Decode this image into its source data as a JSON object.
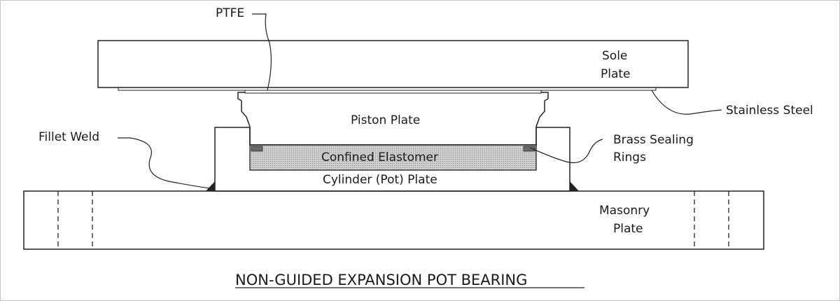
{
  "diagram": {
    "title": "NON-GUIDED EXPANSION POT BEARING",
    "labels": {
      "ptfe": "PTFE",
      "sole_plate_line1": "Sole",
      "sole_plate_line2": "Plate",
      "stainless_steel": "Stainless Steel",
      "piston_plate": "Piston Plate",
      "fillet_weld": "Fillet Weld",
      "brass_rings_line1": "Brass Sealing",
      "brass_rings_line2": "Rings",
      "confined_elastomer": "Confined Elastomer",
      "cylinder_plate": "Cylinder (Pot) Plate",
      "masonry_plate_line1": "Masonry",
      "masonry_plate_line2": "Plate"
    },
    "colors": {
      "line": "#222222",
      "hatch": "#8a8a8a",
      "elastomer": "#b8b8b8",
      "brass_ring": "#6a6a6a",
      "border": "#c8c8c8"
    }
  }
}
